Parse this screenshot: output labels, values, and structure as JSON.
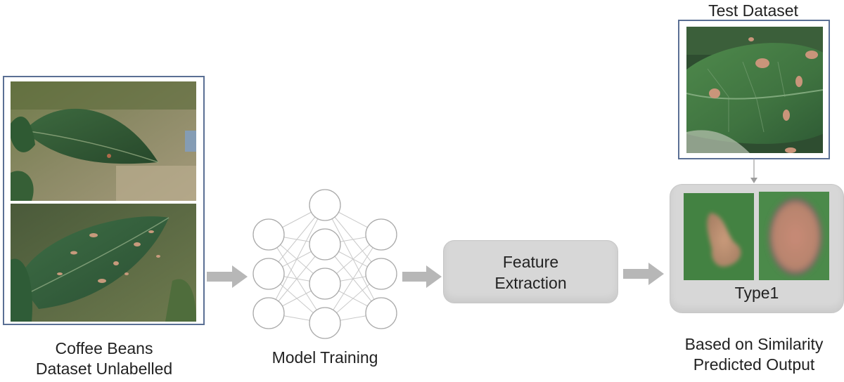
{
  "dataset_panel": {
    "caption_line1": "Coffee Beans",
    "caption_line2": "Dataset Unlabelled"
  },
  "model": {
    "caption": "Model Training",
    "layers": [
      3,
      4,
      3
    ]
  },
  "feature": {
    "line1": "Feature",
    "line2": "Extraction"
  },
  "test_panel": {
    "title": "Test Dataset"
  },
  "output_panel": {
    "label": "Type1",
    "caption_line1": "Based on Similarity",
    "caption_line2": "Predicted Output"
  },
  "colors": {
    "frame_border": "#5a6f94",
    "arrow_fill": "#b7b7b7",
    "box_fill": "#d7d7d7",
    "leaf_green": "#3f6a3e",
    "lesion": "#b98a6b"
  }
}
